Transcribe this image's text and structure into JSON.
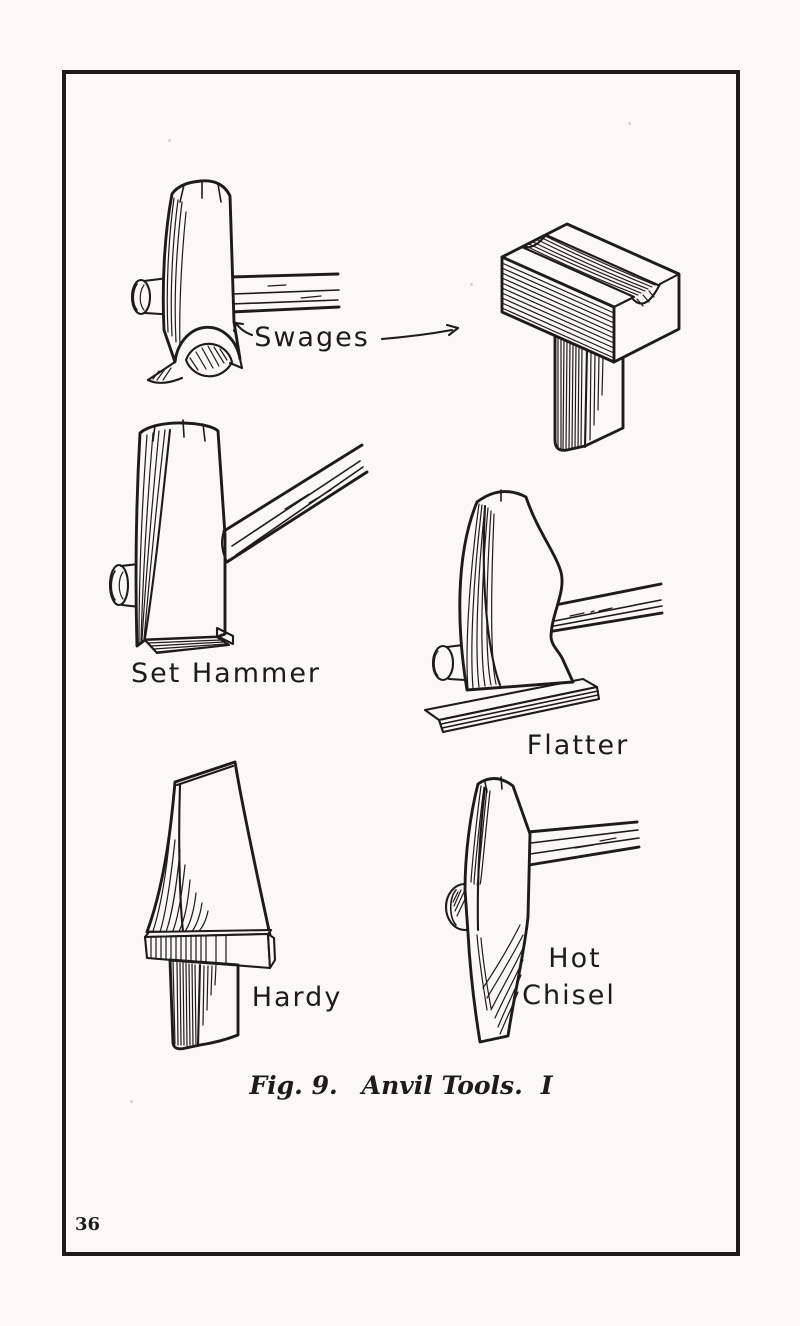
{
  "page": {
    "paper_color": "#faf9f5",
    "ink_color": "#1d1c1a",
    "number": "36",
    "caption": {
      "fig_label": "Fig. 9.",
      "title": "Anvil Tools.",
      "numeral": "I"
    }
  },
  "figure": {
    "labels": {
      "swages": "Swages",
      "set_hammer": "Set Hammer",
      "flatter": "Flatter",
      "hardy": "Hardy",
      "hot_chisel_line1": "Hot",
      "hot_chisel_line2": "Chisel"
    },
    "illustrations": [
      {
        "name": "top-swage"
      },
      {
        "name": "bottom-swage"
      },
      {
        "name": "set-hammer"
      },
      {
        "name": "flatter"
      },
      {
        "name": "hardy"
      },
      {
        "name": "hot-chisel"
      }
    ]
  }
}
